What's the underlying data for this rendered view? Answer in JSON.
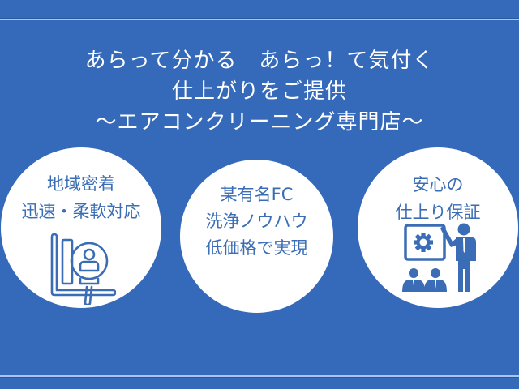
{
  "colors": {
    "background": "#3569b9",
    "circle_fill": "#ffffff",
    "circle_text": "#3a6db5",
    "headline_text": "#ffffff",
    "rule_light": "#a9c6ee"
  },
  "headline": {
    "line1": "あらって分かる　あらっ！て気付く",
    "line2": "仕上がりをご提供",
    "line3": "～エアコンクリーニング専門店～"
  },
  "features": [
    {
      "lines": [
        "地域密着",
        "迅速・柔軟対応"
      ],
      "icon": "magnifier-person-chart-icon"
    },
    {
      "lines": [
        "某有名FC",
        "洗浄ノウハウ",
        "低価格で実現"
      ],
      "icon": null
    },
    {
      "lines": [
        "安心の",
        "仕上り保証"
      ],
      "icon": "presenter-gear-board-icon"
    }
  ]
}
